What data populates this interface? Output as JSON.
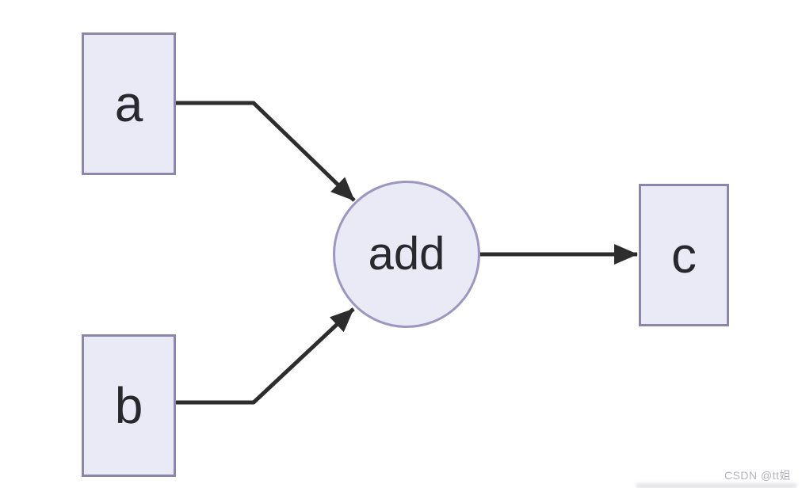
{
  "diagram": {
    "type": "computational-graph",
    "nodes": [
      {
        "id": "a",
        "label": "a",
        "shape": "rect",
        "role": "input"
      },
      {
        "id": "b",
        "label": "b",
        "shape": "rect",
        "role": "input"
      },
      {
        "id": "add",
        "label": "add",
        "shape": "circle",
        "role": "operation"
      },
      {
        "id": "c",
        "label": "c",
        "shape": "rect",
        "role": "output"
      }
    ],
    "edges": [
      {
        "from": "a",
        "to": "add"
      },
      {
        "from": "b",
        "to": "add"
      },
      {
        "from": "add",
        "to": "c"
      }
    ],
    "colors": {
      "background": "#ffffff",
      "node_fill": "#eaeaf7",
      "rect_border": "#8c86a8",
      "circle_border": "#9d96bf",
      "edge_stroke": "#2d2d2d",
      "label_text": "#28282f",
      "watermark_text": "#b4b4bc"
    }
  },
  "watermark": {
    "text": "CSDN @tt姐"
  }
}
